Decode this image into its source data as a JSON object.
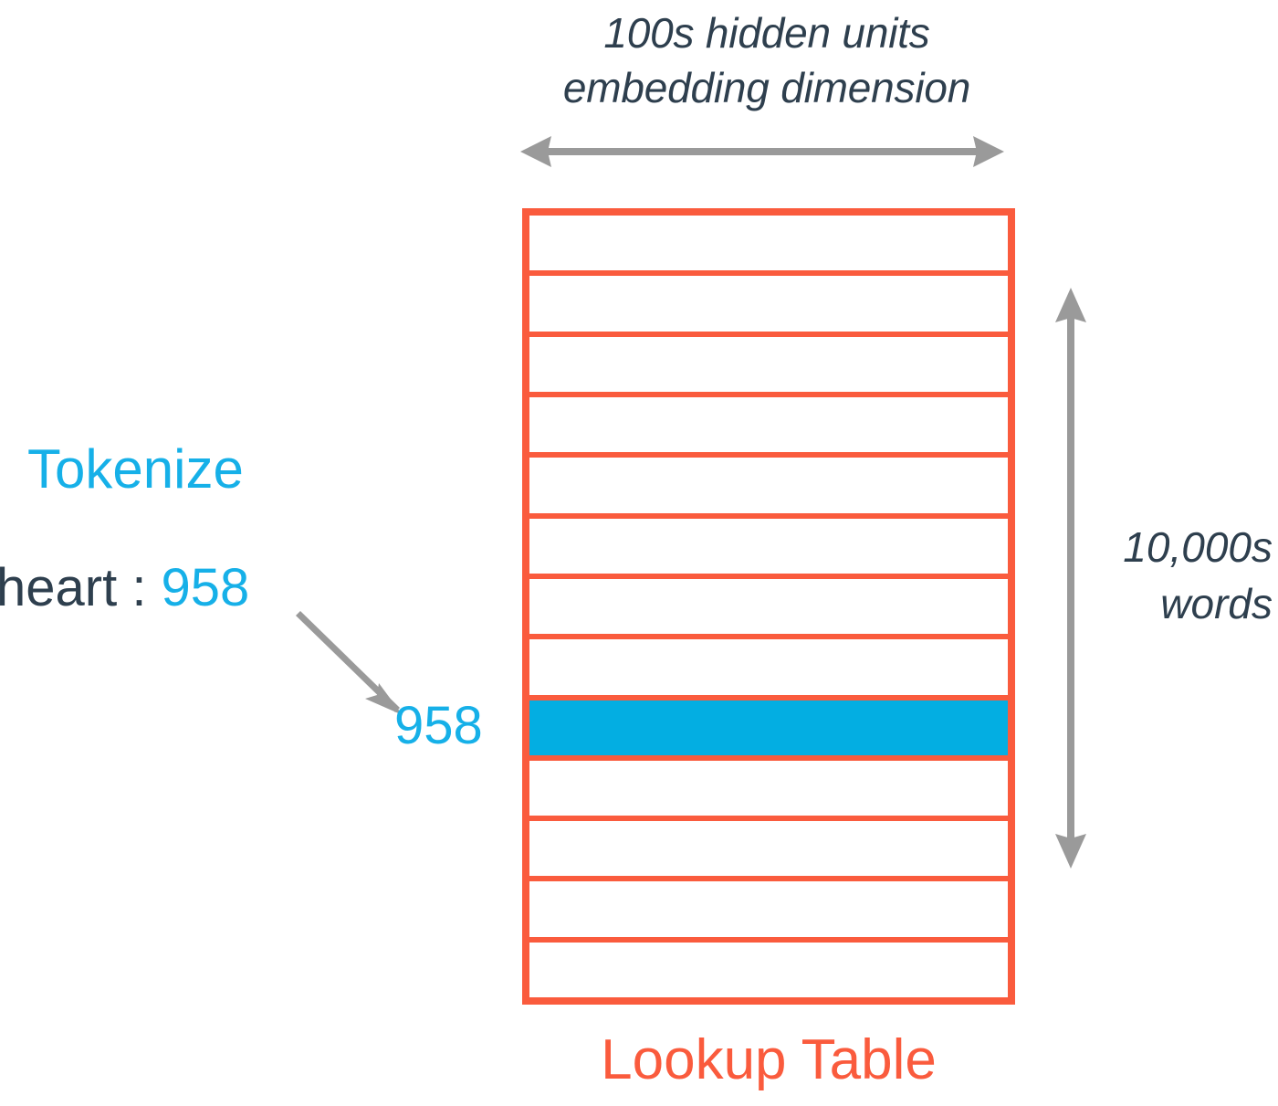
{
  "diagram": {
    "title_top": {
      "line1": "100s hidden units",
      "line2": "embedding dimension"
    },
    "title_right": {
      "line1": "10,000s",
      "line2": "words"
    },
    "title_bottom": "Lookup Table",
    "left_panel": {
      "operation_label": "Tokenize",
      "token_word": "heart : ",
      "token_index": "958"
    },
    "row_callout_index": "958",
    "table": {
      "row_count": 13,
      "highlighted_row_index": 9,
      "rows": [
        {
          "id": "row-1",
          "highlighted": false
        },
        {
          "id": "row-2",
          "highlighted": false
        },
        {
          "id": "row-3",
          "highlighted": false
        },
        {
          "id": "row-4",
          "highlighted": false
        },
        {
          "id": "row-5",
          "highlighted": false
        },
        {
          "id": "row-6",
          "highlighted": false
        },
        {
          "id": "row-7",
          "highlighted": false
        },
        {
          "id": "row-8",
          "highlighted": false
        },
        {
          "id": "row-9",
          "highlighted": true
        },
        {
          "id": "row-10",
          "highlighted": false
        },
        {
          "id": "row-11",
          "highlighted": false
        },
        {
          "id": "row-12",
          "highlighted": false
        },
        {
          "id": "row-13",
          "highlighted": false
        }
      ]
    },
    "icons": {
      "width_arrow": "double-headed-horizontal-arrow",
      "height_arrow": "double-headed-vertical-arrow",
      "pointer_arrow": "diagonal-pointer-arrow"
    },
    "colors": {
      "table_border": "#FA5B3D",
      "highlight_row": "#03AEE2",
      "accent_cyan": "#16B0E8",
      "text_slate": "#2E3F4E",
      "arrow_gray": "#9A9A9A",
      "background": "#FFFFFF"
    }
  }
}
